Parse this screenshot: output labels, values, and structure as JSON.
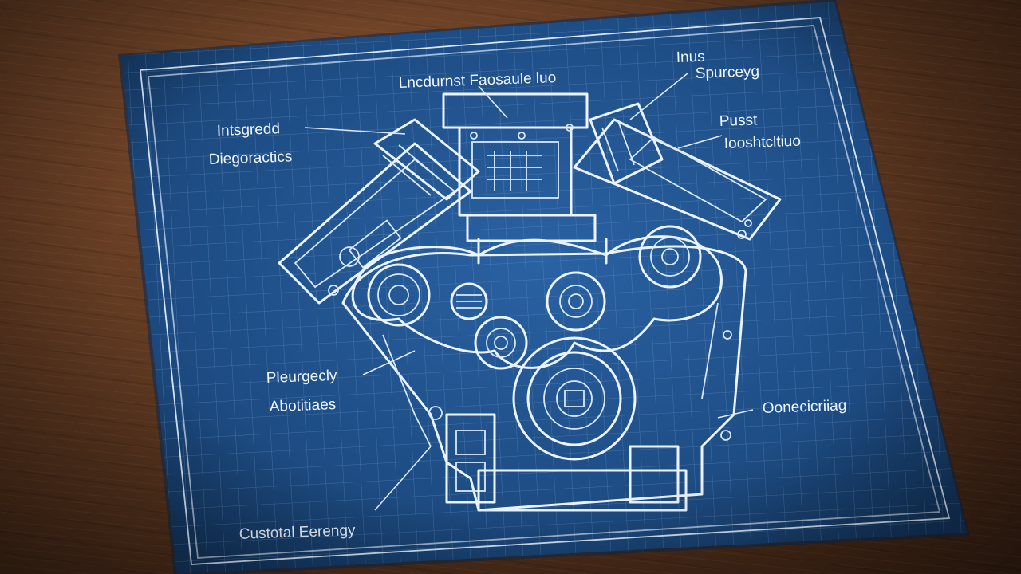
{
  "labels": {
    "top_center": "Lncdurnst Faosaule luo",
    "top_right_1": "Inus",
    "top_right_2": "Spurceyg",
    "left_1": "Intsgredd",
    "left_2": "Diegoractics",
    "right_1": "Pusst",
    "right_2": "Iooshtcltiuo",
    "mid_left_1": "Pleurgecly",
    "mid_left_2": "Abotitiaes",
    "right_lower": "Oonecicriiag",
    "bottom": "Custotal Eerengy"
  },
  "colors": {
    "blueprint": "#1f4f86",
    "line": "#eaf3ff",
    "wood": "#5c3720"
  }
}
